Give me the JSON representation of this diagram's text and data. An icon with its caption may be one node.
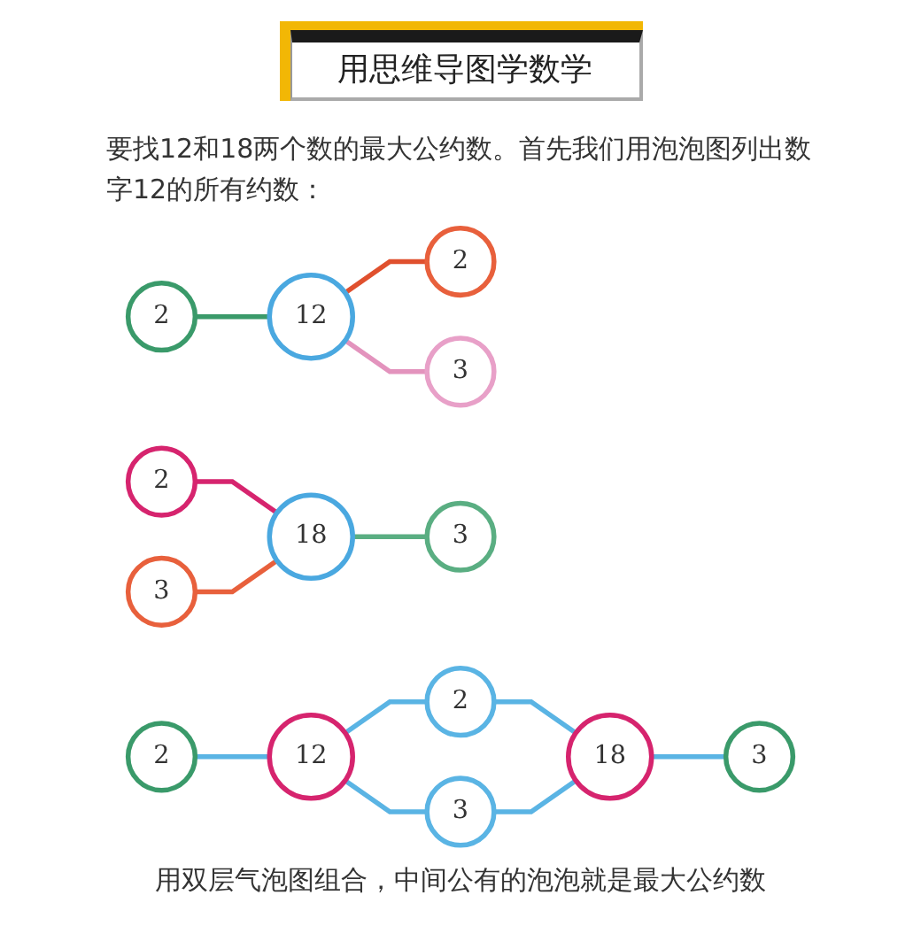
{
  "diagram": {
    "title": "用思维导图学数学",
    "nodes": [
      {
        "text": [
          "2"
        ]
      },
      {
        "text": [
          "12"
        ]
      },
      {
        "text": [
          "2"
        ]
      },
      {
        "text": [
          "3"
        ]
      },
      {
        "text": [
          "2"
        ]
      },
      {
        "text": [
          "3"
        ]
      },
      {
        "text": [
          "18"
        ]
      },
      {
        "text": [
          "3"
        ]
      },
      {
        "text": [
          "2"
        ]
      },
      {
        "text": [
          "12"
        ]
      },
      {
        "text": [
          "2"
        ]
      },
      {
        "text": [
          "3"
        ]
      },
      {
        "text": [
          "18"
        ]
      },
      {
        "text": [
          "3"
        ]
      }
    ],
    "edges": [
      {
        "from": 2,
        "to": 1,
        "arrow": "none",
        "color": "#3a9a6a"
      },
      {
        "from": 1,
        "to": 0,
        "arrow": "none",
        "color": "#e0502e"
      },
      {
        "from": 1,
        "to": 3,
        "arrow": "none",
        "color": "#e393bd"
      },
      {
        "from": 4,
        "to": 6,
        "arrow": "none",
        "color": "#d6246e"
      },
      {
        "from": 7,
        "to": 6,
        "arrow": "none",
        "color": "#e8603c"
      },
      {
        "from": 6,
        "to": 5,
        "arrow": "none",
        "color": "#5aae82"
      },
      {
        "from": 8,
        "to": 9,
        "arrow": "none"
      },
      {
        "from": 9,
        "to": 10,
        "arrow": "none"
      },
      {
        "from": 9,
        "to": 11,
        "arrow": "none"
      },
      {
        "from": 10,
        "to": 12,
        "arrow": "none"
      },
      {
        "from": 11,
        "to": 12,
        "arrow": "none"
      },
      {
        "from": 12,
        "to": 13,
        "arrow": "none"
      }
    ],
    "labels": [
      "要找12和18两个数的最大公约数。首先我们用泡泡图列出数字12的所有约数：",
      "用双层气泡图组合，中间公有的泡泡就是最大公约数"
    ]
  }
}
